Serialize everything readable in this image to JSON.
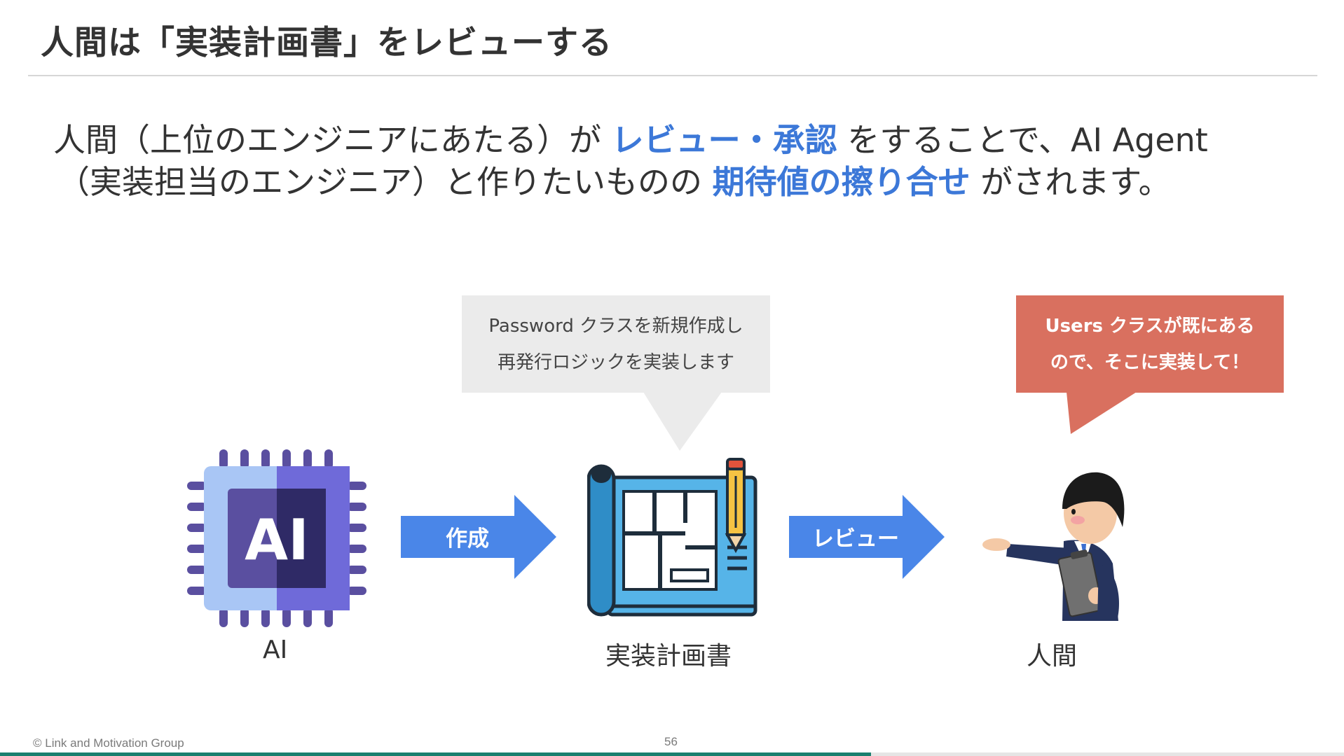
{
  "title": "人間は「実装計画書」をレビューする",
  "lead": {
    "line1_before": "人間（上位のエンジニアにあたる）が ",
    "line1_highlight": "レビュー・承認",
    "line1_after": " をすることで、AI Agent",
    "line2_before": "（実装担当のエンジニア）と作りたいものの ",
    "line2_highlight": "期待値の擦り合せ",
    "line2_after": " がされます。"
  },
  "flow": {
    "ai_label": "AI",
    "ai_chip_text": "AI",
    "arrow1_label": "作成",
    "plan_label": "実装計画書",
    "arrow2_label": "レビュー",
    "human_label": "人間"
  },
  "bubbles": {
    "ai_line1": "Password クラスを新規作成し",
    "ai_line2": "再発行ロジックを実装します",
    "human_line1": "Users クラスが既にある",
    "human_line2": "ので、そこに実装して！"
  },
  "footer": {
    "copyright": "© Link and Motivation Group",
    "page_number": "56",
    "progress_fraction": 0.648
  },
  "colors": {
    "highlight": "#3c78d8",
    "arrow": "#4a86e8",
    "human_bubble": "#d9705f",
    "ai_bubble": "#ebebeb",
    "progress": "#1a7f6e"
  }
}
